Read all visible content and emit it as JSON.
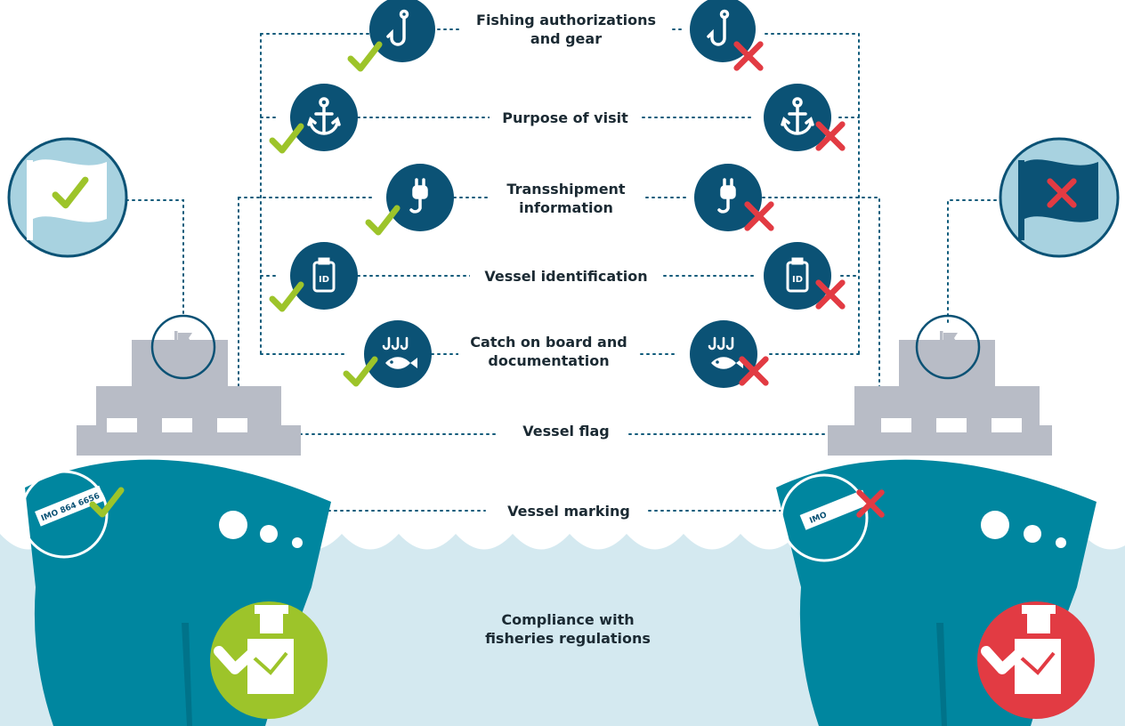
{
  "labels": {
    "fishing_line1": "Fishing authorizations",
    "fishing_line2": "and gear",
    "purpose": "Purpose of visit",
    "transship_line1": "Transshipment",
    "transship_line2": "information",
    "vessel_id": "Vessel identification",
    "catch_line1": "Catch on board and",
    "catch_line2": "documentation",
    "vessel_flag": "Vessel flag",
    "vessel_marking": "Vessel marking",
    "compliance_line1": "Compliance with",
    "compliance_line2": "fisheries regulations"
  },
  "left_ship": {
    "status": "compliant",
    "marking_text": "IMO 864 6656"
  },
  "right_ship": {
    "status": "non-compliant",
    "marking_text": "IMO"
  },
  "icons": [
    "fish-hook-icon",
    "anchor-icon",
    "crane-hook-icon",
    "id-card-icon",
    "fish-catch-icon",
    "flag-icon",
    "inspector-icon",
    "check-icon",
    "cross-icon"
  ],
  "colors": {
    "navy": "#0b5275",
    "teal": "#00869f",
    "sea": "#d4e9f0",
    "structure": "#b8bcc6",
    "check": "#9dc42a",
    "cross": "#e23b43",
    "flag_circle_bg": "#a8d2e0",
    "dotted_line": "#0e5a7a"
  }
}
